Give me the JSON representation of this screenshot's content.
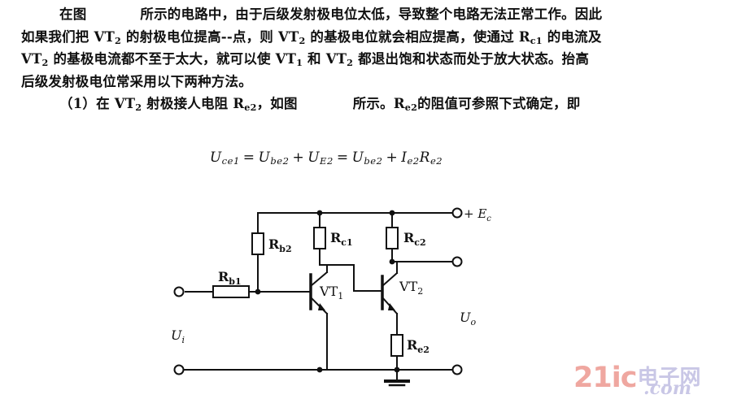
{
  "document": {
    "body_paragraph": {
      "lines": [
        {
          "id": "l1",
          "segments": [
            {
              "type": "indent"
            },
            {
              "type": "cn",
              "text": "在图"
            },
            {
              "type": "gap"
            },
            {
              "type": "cn",
              "text": "所示的电路中，由于后级发射极电位太低，导致整个电路无法正常工作。因此"
            }
          ]
        },
        {
          "id": "l2",
          "text_plain": "如果我们把 VT2 的射极电位提高一点，则 VT2 的基极电位就会相应提高，使通过 Rc1 的电流及"
        },
        {
          "id": "l3",
          "text_plain": "VT2 的基极电流都不至于太大，就可以使 VT1 和 VT2 都退出饱和状态而处于放大状态。抬高"
        },
        {
          "id": "l4",
          "text_plain": "后级发射极电位常采用以下两种方法。"
        },
        {
          "id": "l5",
          "text_plain": "（1）在 VT2 射极接入电阻 Re2，如图    所示。Re2 的阻值可参照下式确定，即"
        }
      ]
    },
    "formula": {
      "full": "Ucel = Ube2 + UE2 = Ube2 + Ie2Re2",
      "terms": {
        "lhs": "U",
        "lhs_sub": "ce1",
        "eq1": "=",
        "t1": "U",
        "t1_sub": "be2",
        "plus1": "+",
        "t2": "U",
        "t2_sub": "E2",
        "eq2": "=",
        "t3": "U",
        "t3_sub": "be2",
        "plus2": "+",
        "t4": "I",
        "t4_sub": "e2",
        "t5": "R",
        "t5_sub": "e2"
      }
    }
  },
  "circuit": {
    "title": "transistor-amplifier-circuit",
    "labels": {
      "rb1": "R",
      "rb1_sub": "b1",
      "rb2": "R",
      "rb2_sub": "b2",
      "rc1": "R",
      "rc1_sub": "c1",
      "rc2": "R",
      "rc2_sub": "c2",
      "re2": "R",
      "re2_sub": "e2",
      "vt1": "VT",
      "vt1_sub": "1",
      "vt2": "VT",
      "vt2_sub": "2",
      "supply": "+ E",
      "supply_sub": "c",
      "ui": "U",
      "ui_sub": "i",
      "uo": "U",
      "uo_sub": "o"
    }
  },
  "watermark": {
    "brand": "21ic",
    "chinese": "电子网",
    "tld": ".com",
    "colors": {
      "brand": "#efa7a0",
      "secondary": "#c9c7e6"
    }
  }
}
